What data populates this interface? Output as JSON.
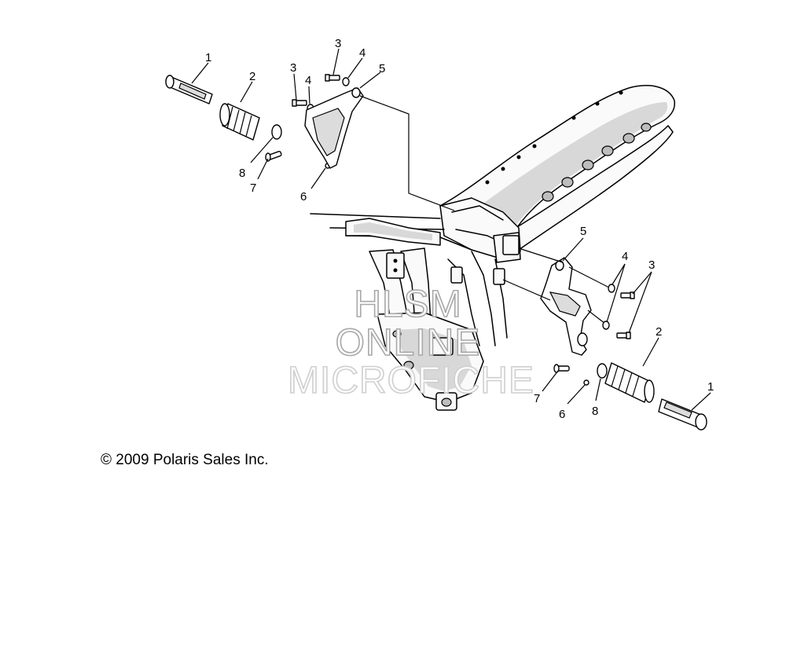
{
  "diagram": {
    "callouts_left": [
      "1",
      "2",
      "3",
      "4",
      "3",
      "4",
      "5",
      "8",
      "7",
      "6"
    ],
    "callouts_right": [
      "5",
      "4",
      "3",
      "2",
      "1",
      "7",
      "6",
      "8"
    ]
  },
  "watermark": {
    "line1": "HLSM",
    "line2": "ONLINE",
    "line3": "MICROFICHE"
  },
  "copyright": "© 2009 Polaris Sales Inc."
}
